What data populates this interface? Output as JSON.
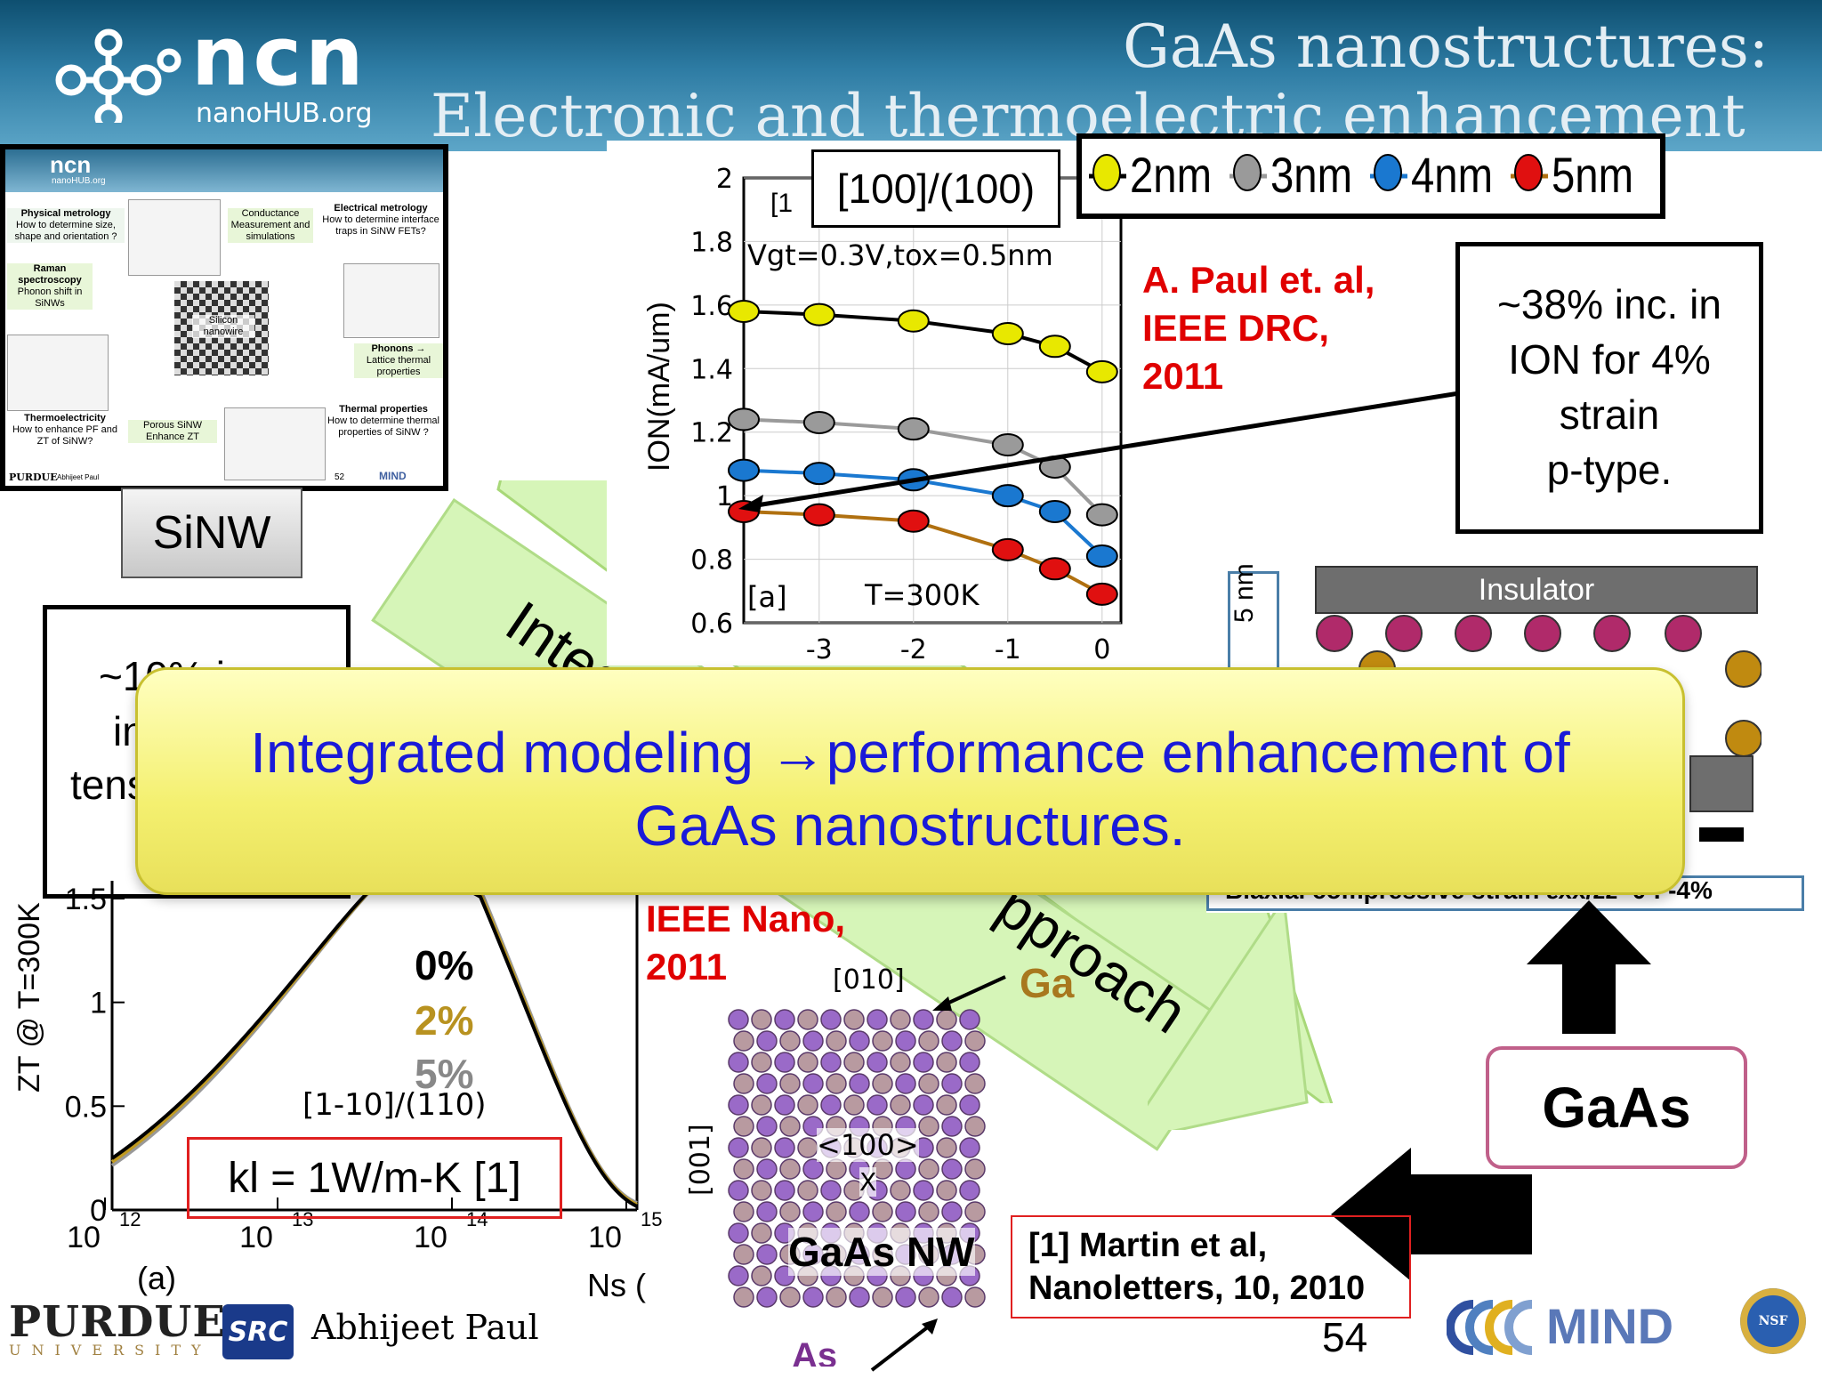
{
  "slide": {
    "title_line1": "GaAs nanostructures:",
    "title_line2": "Electronic and thermoelectric enhancement",
    "logo_text": "ncn",
    "logo_sub": "nanoHUB.org",
    "page_number": "54",
    "author": "Abhijeet Paul",
    "purdue": "PURDUE",
    "purdue_sub": "UNIVERSITY",
    "src": "SRC",
    "mind": "MIND",
    "nsf": "NSF"
  },
  "thumbnail": {
    "logo": "ncn",
    "logo_sub": "nanoHUB.org",
    "physical": "Physical metrology",
    "physical_sub": "How to determine size, shape and orientation ?",
    "conductance": "Conductance Measurement and simulations",
    "electrical": "Electrical metrology",
    "electrical_sub": "How to determine interface traps in SiNW FETs?",
    "raman": "Raman spectroscopy",
    "raman_sub": "Phonon shift in SiNWs",
    "silicon": "Silicon nanowire",
    "phonons": "Phonons →",
    "phonons_sub": "Lattice thermal properties",
    "thermo": "Thermoelectricity",
    "thermo_sub": "How to enhance PF and ZT of SiNW?",
    "porous": "Porous SiNW Enhance ZT",
    "thermal": "Thermal properties",
    "thermal_sub": "How to determine thermal properties of SiNW ?",
    "footer": "PURDUE",
    "footer_author": "Abhijeet Paul",
    "footer_page": "52",
    "footer_mind": "MIND"
  },
  "sinw_button": "SiNW",
  "legend": [
    "2nm",
    "3nm",
    "4nm",
    "5nm"
  ],
  "chart_label_orientation": "[100]/(100)",
  "chart_label_bias": "Vgt=0.3V,tox=0.5nm",
  "chart_label_partial": "[1",
  "chart_label_a": "[a]",
  "chart_label_temp": "T=300K",
  "chart_data": {
    "type": "line",
    "ylabel": "ION(mA/um)",
    "ylim": [
      0.6,
      2.0
    ],
    "xlim": [
      -3.8,
      0.2
    ],
    "y_ticks": [
      "0.6",
      "0.8",
      "1",
      "1.2",
      "1.4",
      "1.6",
      "1.8",
      "2"
    ],
    "x_ticks": [
      "-3",
      "-2",
      "-1",
      "0"
    ],
    "series": [
      {
        "name": "2nm",
        "color": "#e8e800",
        "x": [
          -3.8,
          -3.0,
          -2.0,
          -1.0,
          -0.5,
          0.0
        ],
        "y": [
          1.58,
          1.57,
          1.55,
          1.51,
          1.47,
          1.39
        ]
      },
      {
        "name": "3nm",
        "color": "#9a9a9a",
        "x": [
          -3.8,
          -3.0,
          -2.0,
          -1.0,
          -0.5,
          0.0
        ],
        "y": [
          1.24,
          1.23,
          1.21,
          1.16,
          1.09,
          0.94
        ]
      },
      {
        "name": "4nm",
        "color": "#1a78d0",
        "x": [
          -3.8,
          -3.0,
          -2.0,
          -1.0,
          -0.5,
          0.0
        ],
        "y": [
          1.08,
          1.07,
          1.05,
          1.0,
          0.95,
          0.81
        ]
      },
      {
        "name": "5nm",
        "color": "#e01010",
        "x": [
          -3.8,
          -3.0,
          -2.0,
          -1.0,
          -0.5,
          0.0
        ],
        "y": [
          0.95,
          0.94,
          0.92,
          0.83,
          0.77,
          0.69
        ]
      }
    ]
  },
  "refs": {
    "drc_line1": "A. Paul et. al,",
    "drc_line2": "IEEE DRC,",
    "drc_line3": "2011",
    "nano_line1": "IEEE Nano,",
    "nano_line2": "2011"
  },
  "callout_top_right": {
    "line1": "~38% inc. in",
    "line2": "ION for 4%",
    "line3": "strain",
    "line4": "p-type."
  },
  "callout_left": {
    "line1": "~10% inc",
    "line2": "in",
    "line3": "tens"
  },
  "arrow_text_top": "Integrat",
  "arrow_text_bottom": "pproach",
  "banner": {
    "line1": "Integrated modeling →performance enhancement of",
    "line2": "GaAs nanostructures."
  },
  "device": {
    "insulator": "Insulator",
    "dim_label": "5 nm",
    "strain_label": "Biaxial compressive strain εxx/zz=0 : -4%"
  },
  "zt_plot": {
    "ylabel": "ZT @ T=300K",
    "y_ticks": [
      "0",
      "0.5",
      "1",
      "1.5"
    ],
    "x_ticks": [
      "10",
      "10",
      "10",
      "10"
    ],
    "x_exps": [
      "12",
      "13",
      "14",
      "15"
    ],
    "a_label": "(a)",
    "xlabel": "Ns (",
    "orientation": "[1-10]/(110)",
    "legend_0": "0%",
    "legend_2": "2%",
    "legend_5": "5%",
    "kl_label": "kl = 1W/m-K [1]"
  },
  "nanowire": {
    "dir_010": "[010]",
    "dir_001": "[001]",
    "dir_100": "<100>",
    "x_label": "X",
    "ga": "Ga",
    "as": "As",
    "label": "GaAs NW"
  },
  "gaas_box": "GaAs",
  "ref_martin": {
    "line1": "[1] Martin et al,",
    "line2": "Nanoletters, 10, 2010"
  }
}
